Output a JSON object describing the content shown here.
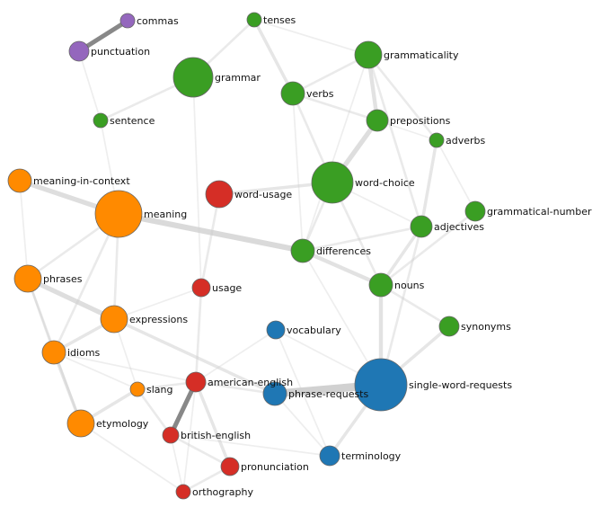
{
  "colors": {
    "grammar": "#3a9e23",
    "meaning": "#ff8a00",
    "english-variants": "#d52e26",
    "requests": "#1f77b4",
    "punctuation": "#9467bd",
    "edge": "#cccccc",
    "edge_strong": "#888888"
  },
  "nodes": [
    {
      "id": "commas",
      "label": "commas",
      "group": "punctuation",
      "size": 1
    },
    {
      "id": "punctuation",
      "label": "punctuation",
      "group": "punctuation",
      "size": 2
    },
    {
      "id": "tenses",
      "label": "tenses",
      "group": "grammar",
      "size": 1
    },
    {
      "id": "grammar",
      "label": "grammar",
      "group": "grammar",
      "size": 6
    },
    {
      "id": "sentence",
      "label": "sentence",
      "group": "grammar",
      "size": 1
    },
    {
      "id": "grammaticality",
      "label": "grammaticality",
      "group": "grammar",
      "size": 3
    },
    {
      "id": "verbs",
      "label": "verbs",
      "group": "grammar",
      "size": 2.5
    },
    {
      "id": "prepositions",
      "label": "prepositions",
      "group": "grammar",
      "size": 2.2
    },
    {
      "id": "adverbs",
      "label": "adverbs",
      "group": "grammar",
      "size": 1
    },
    {
      "id": "word-choice",
      "label": "word-choice",
      "group": "grammar",
      "size": 6
    },
    {
      "id": "grammatical-number",
      "label": "grammatical-number",
      "group": "grammar",
      "size": 2
    },
    {
      "id": "adjectives",
      "label": "adjectives",
      "group": "grammar",
      "size": 2.2
    },
    {
      "id": "differences",
      "label": "differences",
      "group": "grammar",
      "size": 2.5
    },
    {
      "id": "nouns",
      "label": "nouns",
      "group": "grammar",
      "size": 2.5
    },
    {
      "id": "synonyms",
      "label": "synonyms",
      "group": "grammar",
      "size": 2
    },
    {
      "id": "meaning-in-context",
      "label": "meaning-in-context",
      "group": "meaning",
      "size": 2.5
    },
    {
      "id": "meaning",
      "label": "meaning",
      "group": "meaning",
      "size": 8
    },
    {
      "id": "word-usage",
      "label": "word-usage",
      "group": "english-variants",
      "size": 3
    },
    {
      "id": "phrases",
      "label": "phrases",
      "group": "meaning",
      "size": 3
    },
    {
      "id": "usage",
      "label": "usage",
      "group": "english-variants",
      "size": 1.6
    },
    {
      "id": "expressions",
      "label": "expressions",
      "group": "meaning",
      "size": 3
    },
    {
      "id": "vocabulary",
      "label": "vocabulary",
      "group": "requests",
      "size": 1.6
    },
    {
      "id": "idioms",
      "label": "idioms",
      "group": "meaning",
      "size": 2.5
    },
    {
      "id": "slang",
      "label": "slang",
      "group": "meaning",
      "size": 1
    },
    {
      "id": "american-english",
      "label": "american-english",
      "group": "english-variants",
      "size": 2
    },
    {
      "id": "phrase-requests",
      "label": "phrase-requests",
      "group": "requests",
      "size": 2.5
    },
    {
      "id": "single-word-requests",
      "label": "single-word-requests",
      "group": "requests",
      "size": 10
    },
    {
      "id": "etymology",
      "label": "etymology",
      "group": "meaning",
      "size": 3
    },
    {
      "id": "british-english",
      "label": "british-english",
      "group": "english-variants",
      "size": 1.3
    },
    {
      "id": "pronunciation",
      "label": "pronunciation",
      "group": "english-variants",
      "size": 1.6
    },
    {
      "id": "terminology",
      "label": "terminology",
      "group": "requests",
      "size": 2
    },
    {
      "id": "orthography",
      "label": "orthography",
      "group": "english-variants",
      "size": 1
    }
  ],
  "edges": [
    {
      "source": "commas",
      "target": "punctuation",
      "weight": 5,
      "strong": true
    },
    {
      "source": "punctuation",
      "target": "sentence",
      "weight": 1
    },
    {
      "source": "tenses",
      "target": "grammar",
      "weight": 2
    },
    {
      "source": "tenses",
      "target": "verbs",
      "weight": 3
    },
    {
      "source": "tenses",
      "target": "grammaticality",
      "weight": 1
    },
    {
      "source": "grammar",
      "target": "sentence",
      "weight": 2
    },
    {
      "source": "grammar",
      "target": "usage",
      "weight": 1
    },
    {
      "source": "sentence",
      "target": "meaning",
      "weight": 1
    },
    {
      "source": "grammaticality",
      "target": "verbs",
      "weight": 2
    },
    {
      "source": "grammaticality",
      "target": "prepositions",
      "weight": 4
    },
    {
      "source": "grammaticality",
      "target": "adverbs",
      "weight": 2
    },
    {
      "source": "grammaticality",
      "target": "adjectives",
      "weight": 2
    },
    {
      "source": "grammaticality",
      "target": "differences",
      "weight": 1
    },
    {
      "source": "verbs",
      "target": "prepositions",
      "weight": 2
    },
    {
      "source": "verbs",
      "target": "word-choice",
      "weight": 2
    },
    {
      "source": "verbs",
      "target": "differences",
      "weight": 1
    },
    {
      "source": "prepositions",
      "target": "word-choice",
      "weight": 5
    },
    {
      "source": "prepositions",
      "target": "adverbs",
      "weight": 1
    },
    {
      "source": "adverbs",
      "target": "adjectives",
      "weight": 3
    },
    {
      "source": "adverbs",
      "target": "grammatical-number",
      "weight": 1
    },
    {
      "source": "word-choice",
      "target": "word-usage",
      "weight": 3
    },
    {
      "source": "word-choice",
      "target": "differences",
      "weight": 2
    },
    {
      "source": "word-choice",
      "target": "nouns",
      "weight": 2
    },
    {
      "source": "word-choice",
      "target": "adjectives",
      "weight": 1
    },
    {
      "source": "grammatical-number",
      "target": "nouns",
      "weight": 2
    },
    {
      "source": "adjectives",
      "target": "differences",
      "weight": 2
    },
    {
      "source": "adjectives",
      "target": "nouns",
      "weight": 3
    },
    {
      "source": "adjectives",
      "target": "single-word-requests",
      "weight": 2
    },
    {
      "source": "meaning",
      "target": "meaning-in-context",
      "weight": 5
    },
    {
      "source": "meaning",
      "target": "differences",
      "weight": 6
    },
    {
      "source": "meaning",
      "target": "phrases",
      "weight": 2
    },
    {
      "source": "meaning",
      "target": "expressions",
      "weight": 2
    },
    {
      "source": "meaning",
      "target": "idioms",
      "weight": 2
    },
    {
      "source": "meaning-in-context",
      "target": "phrases",
      "weight": 1
    },
    {
      "source": "word-usage",
      "target": "usage",
      "weight": 2
    },
    {
      "source": "differences",
      "target": "nouns",
      "weight": 4
    },
    {
      "source": "differences",
      "target": "single-word-requests",
      "weight": 1
    },
    {
      "source": "nouns",
      "target": "single-word-requests",
      "weight": 4
    },
    {
      "source": "nouns",
      "target": "synonyms",
      "weight": 2
    },
    {
      "source": "synonyms",
      "target": "single-word-requests",
      "weight": 3
    },
    {
      "source": "phrases",
      "target": "expressions",
      "weight": 5
    },
    {
      "source": "phrases",
      "target": "idioms",
      "weight": 2
    },
    {
      "source": "phrases",
      "target": "etymology",
      "weight": 2
    },
    {
      "source": "usage",
      "target": "american-english",
      "weight": 2
    },
    {
      "source": "usage",
      "target": "expressions",
      "weight": 1
    },
    {
      "source": "expressions",
      "target": "idioms",
      "weight": 3
    },
    {
      "source": "expressions",
      "target": "phrase-requests",
      "weight": 3
    },
    {
      "source": "expressions",
      "target": "slang",
      "weight": 1
    },
    {
      "source": "idioms",
      "target": "etymology",
      "weight": 3
    },
    {
      "source": "idioms",
      "target": "american-english",
      "weight": 1
    },
    {
      "source": "idioms",
      "target": "slang",
      "weight": 1
    },
    {
      "source": "vocabulary",
      "target": "american-english",
      "weight": 1
    },
    {
      "source": "vocabulary",
      "target": "terminology",
      "weight": 1
    },
    {
      "source": "vocabulary",
      "target": "single-word-requests",
      "weight": 1
    },
    {
      "source": "slang",
      "target": "etymology",
      "weight": 3
    },
    {
      "source": "slang",
      "target": "american-english",
      "weight": 2
    },
    {
      "source": "slang",
      "target": "british-english",
      "weight": 2
    },
    {
      "source": "american-english",
      "target": "british-english",
      "weight": 5,
      "strong": true
    },
    {
      "source": "american-english",
      "target": "pronunciation",
      "weight": 3
    },
    {
      "source": "american-english",
      "target": "phrase-requests",
      "weight": 2
    },
    {
      "source": "phrase-requests",
      "target": "single-word-requests",
      "weight": 9
    },
    {
      "source": "phrase-requests",
      "target": "terminology",
      "weight": 1
    },
    {
      "source": "single-word-requests",
      "target": "terminology",
      "weight": 3
    },
    {
      "source": "etymology",
      "target": "orthography",
      "weight": 1
    },
    {
      "source": "british-english",
      "target": "pronunciation",
      "weight": 2
    },
    {
      "source": "british-english",
      "target": "orthography",
      "weight": 1
    },
    {
      "source": "british-english",
      "target": "terminology",
      "weight": 1
    },
    {
      "source": "orthography",
      "target": "pronunciation",
      "weight": 2
    },
    {
      "source": "orthography",
      "target": "american-english",
      "weight": 1
    }
  ]
}
